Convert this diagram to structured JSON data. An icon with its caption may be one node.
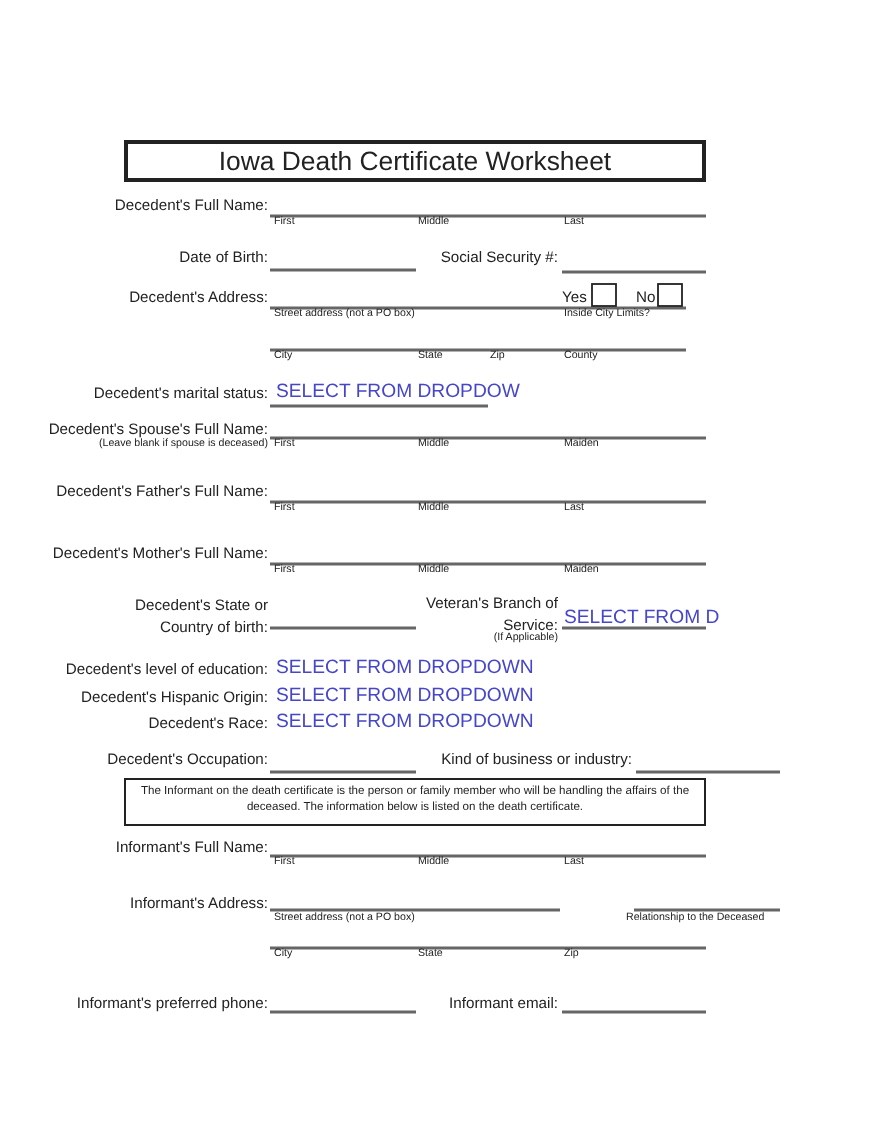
{
  "diagram": {
    "nodes": [
      {
        "text": [
          "Iowa Death Certificate Worksheet"
        ]
      },
      {
        "text": [
          "The Informant on the death certificate is the person or family member who will be handling the affairs of the deceased.  The information below is listed on the death certificate."
        ]
      }
    ],
    "labels": [
      "Decedent's Full Name:",
      "First",
      "Middle",
      "Last",
      "Date of Birth:",
      "Social Security #:",
      "Decedent's Address:",
      "Yes",
      "No",
      "Street address (not a PO box)",
      "Inside City Limits?",
      "City",
      "State",
      "Zip",
      "County",
      "Decedent's marital status:",
      "SELECT FROM DROPDOW",
      "Decedent's Spouse's Full Name:",
      "(Leave blank if spouse is deceased)",
      "First",
      "Middle",
      "Maiden",
      "Decedent's Father's Full Name:",
      "First",
      "Middle",
      "Last",
      "Decedent's Mother's Full Name:",
      "First",
      "Middle",
      "Maiden",
      "Decedent's State or Country of birth:",
      "Veteran's Branch of Service:",
      "SELECT FROM D",
      "(If Applicable)",
      "Decedent's level of education:",
      "SELECT FROM DROPDOWN",
      "Decedent's Hispanic Origin:",
      "SELECT FROM DROPDOWN",
      "Decedent's Race:",
      "SELECT FROM DROPDOWN",
      "Decedent's Occupation:",
      "Kind of business or industry:",
      "Informant's Full Name:",
      "First",
      "Middle",
      "Last",
      "Informant's Address:",
      "Street address (not a PO box)",
      "Relationship to the Deceased",
      "City",
      "State",
      "Zip",
      "Informant's preferred phone:",
      "Informant email:"
    ]
  }
}
